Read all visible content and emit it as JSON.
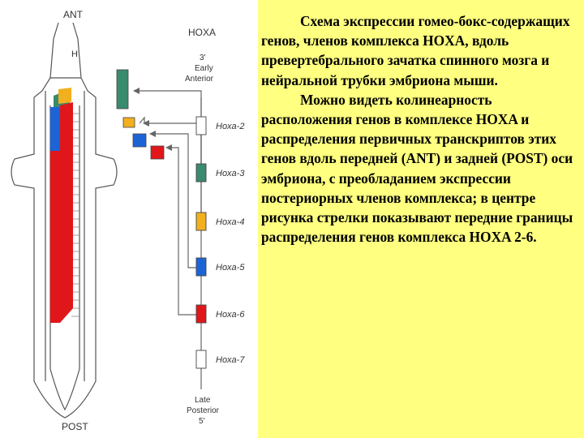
{
  "diagram": {
    "ant_label": "ANT",
    "h_label": "H",
    "post_label": "POST",
    "cluster_title": "HOXA",
    "early_label": [
      "3'",
      "Early",
      "Anterior"
    ],
    "late_label": [
      "Late",
      "Posterior",
      "5'"
    ],
    "genes": [
      {
        "name": "Hoxa-2",
        "color": "#ffffff"
      },
      {
        "name": "Hoxa-3",
        "color": "#3a8a6e"
      },
      {
        "name": "Hoxa-4",
        "color": "#f2b01e"
      },
      {
        "name": "Hoxa-5",
        "color": "#1c64d6"
      },
      {
        "name": "Hoxa-6",
        "color": "#e0161a"
      },
      {
        "name": "Hoxa-7",
        "color": "#ffffff"
      }
    ]
  },
  "caption": {
    "paragraph1": "Схема экспрессии гомео-бокс-содержащих генов, членов комплекса HOXA, вдоль превертебрального зачатка спинного мозга и нейральной трубки эмбриона мыши.",
    "paragraph2": "Можно видеть колинеарность расположения генов в комплексе HOXA и распределения первичных транскриптов этих генов вдоль передней (ANT) и задней (POST) оси эмбриона, с преобладанием экспрессии постериорных членов комплекса; в центре рисунка стрелки показывают передние границы распределения генов комплекса HOXA 2-6."
  },
  "colors": {
    "background": "#ffff80",
    "hoxa3": "#3a8a6e",
    "hoxa4": "#f2b01e",
    "hoxa5": "#1c64d6",
    "hoxa6": "#e0161a"
  }
}
